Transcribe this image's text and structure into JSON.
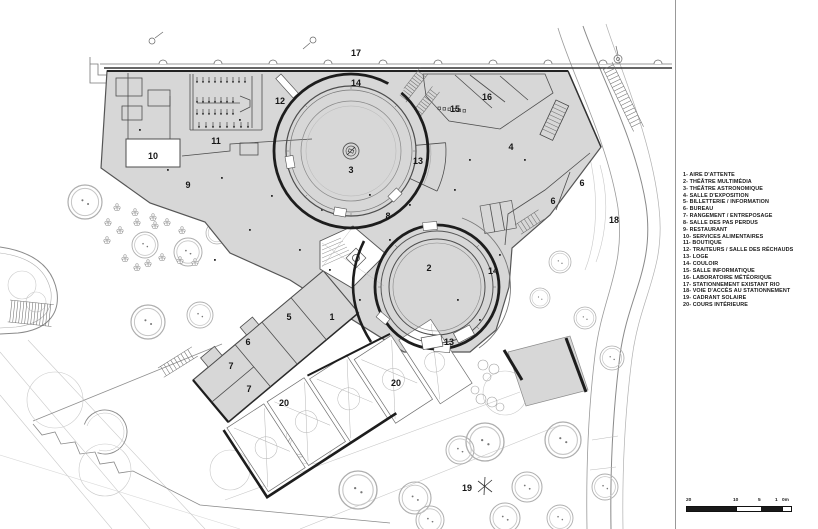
{
  "plan": {
    "room_labels": [
      "17",
      "14",
      "12",
      "3",
      "15",
      "16",
      "4",
      "13",
      "10",
      "11",
      "9",
      "6",
      "6",
      "18",
      "8",
      "2",
      "14",
      "5",
      "1",
      "6",
      "13",
      "7",
      "7",
      "20",
      "20",
      "19"
    ]
  },
  "legend": {
    "items": [
      "1- AIRE D'ATTENTE",
      "2- THÉÂTRE MULTIMÉDIA",
      "3- THÉÂTRE ASTRONOMIQUE",
      "4- SALLE D'EXPOSITION",
      "5- BILLETTERIE / INFORMATION",
      "6- BUREAU",
      "7- RANGEMENT / ENTREPOSAGE",
      "8- SALLE DES PAS PERDUS",
      "9- RESTAURANT",
      "10- SERVICES ALIMENTAIRES",
      "11- BOUTIQUE",
      "12- TRAITEURS / SALLE DES RÉCHAUDS",
      "13- LOGE",
      "14- COULOIR",
      "15- SALLE INFORMATIQUE",
      "16- LABORATOIRE MÉTÉORIQUE",
      "17- STATIONNEMENT EXISTANT RIO",
      "18- VOIE D'ACCÈS AU STATIONNEMENT",
      "19- CADRANT SOLAIRE",
      "20- COURS INTÉRIEURE"
    ]
  },
  "scale_bar": {
    "labels": [
      "20",
      "10",
      "5",
      "1",
      "0m"
    ]
  },
  "colors": {
    "building_fill": "#d7d7d7",
    "wall_dark": "#1d1d1d",
    "wall_medium": "#4d4d4d",
    "line_light": "#8a8a8a",
    "tree_line": "#aeaeae"
  }
}
